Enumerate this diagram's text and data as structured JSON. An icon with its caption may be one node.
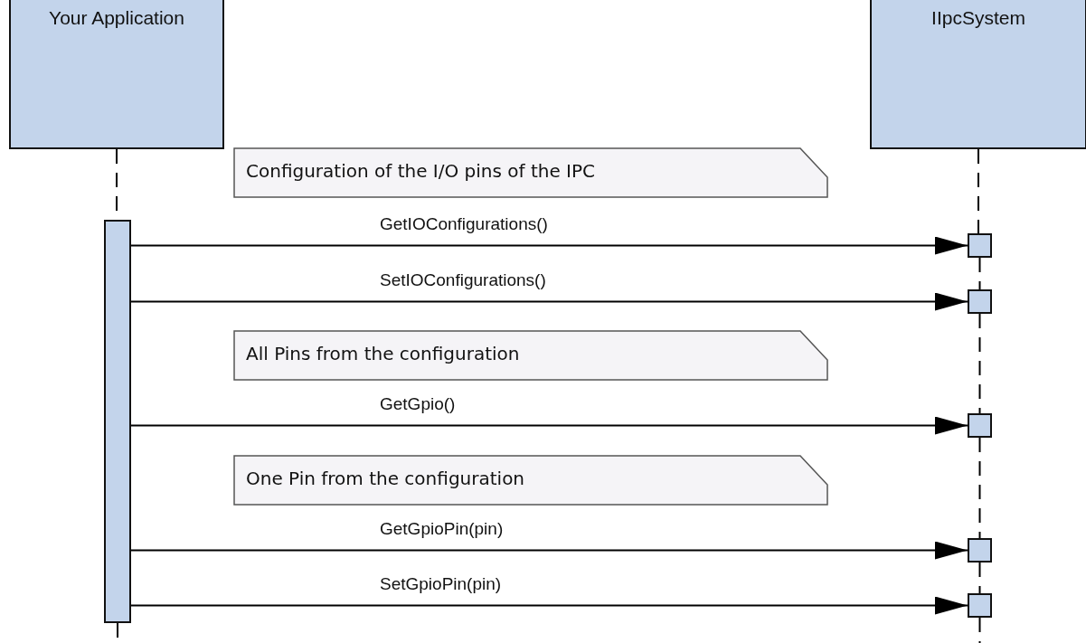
{
  "diagram": {
    "nodes": [
      {
        "text": [
          "Your Application"
        ]
      },
      {
        "text": [
          "IIpcSystem"
        ]
      },
      {
        "text": [
          "Configuration of the I/O pins of the IPC"
        ]
      },
      {
        "text": [],
        "shape": "bar"
      },
      {
        "text": [],
        "shape": "box"
      },
      {
        "text": [],
        "shape": "box"
      },
      {
        "text": [
          "All Pins from the configuration"
        ]
      },
      {
        "text": [],
        "shape": "box"
      },
      {
        "text": [
          "One Pin from the configuration"
        ]
      },
      {
        "text": [],
        "shape": "box"
      },
      {
        "text": [],
        "shape": "box"
      }
    ],
    "edges": [
      {
        "from": 0,
        "to": 3,
        "arrow": "none",
        "style": "dashed"
      },
      {
        "from": 3,
        "to": null,
        "arrow": "none",
        "style": "dashed"
      },
      {
        "from": 1,
        "to": 4,
        "arrow": "none",
        "style": "dashed"
      },
      {
        "from": 4,
        "to": 5,
        "arrow": "none",
        "style": "dashed"
      },
      {
        "from": 5,
        "to": 7,
        "arrow": "none",
        "style": "dashed"
      },
      {
        "from": 7,
        "to": 9,
        "arrow": "none",
        "style": "dashed"
      },
      {
        "from": 9,
        "to": 10,
        "arrow": "none",
        "style": "dashed"
      },
      {
        "from": 10,
        "to": null,
        "arrow": "none",
        "style": "dashed"
      },
      {
        "from": 3,
        "to": 4,
        "arrow": "to",
        "label": "GetIOConfigurations()"
      },
      {
        "from": 3,
        "to": 5,
        "arrow": "to",
        "label": "SetIOConfigurations()"
      },
      {
        "from": 3,
        "to": 7,
        "arrow": "to",
        "label": "GetGpio()"
      },
      {
        "from": 3,
        "to": 9,
        "arrow": "to",
        "label": "GetGpioPin(pin)"
      },
      {
        "from": 3,
        "to": 10,
        "arrow": "to",
        "label": "SetGpioPin(pin)"
      }
    ]
  }
}
